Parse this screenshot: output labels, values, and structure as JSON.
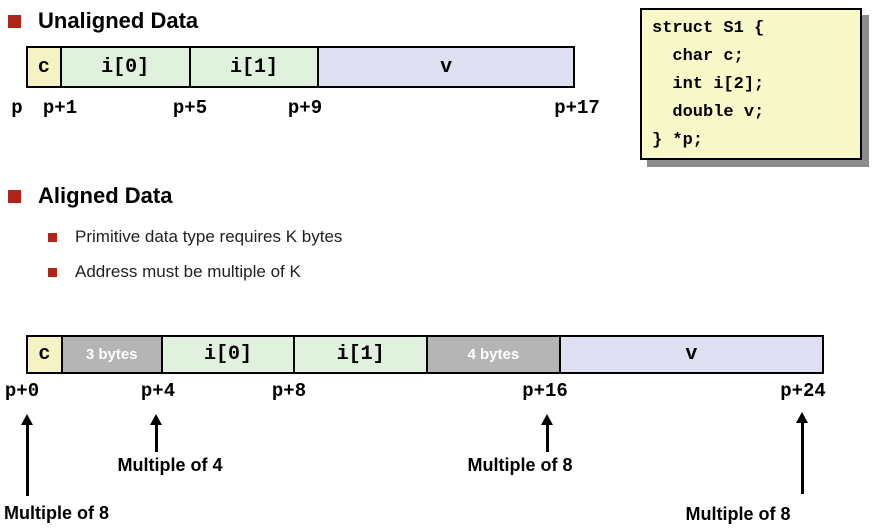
{
  "colors": {
    "accent": "#b1241a",
    "cell-char": "#f5f2c6",
    "cell-int": "#e0f1dd",
    "cell-double": "#dfdff2",
    "cell-pad": "#b5b5b5",
    "codebox-bg": "#f9f8c9",
    "shadow": "#8c8c8c"
  },
  "unaligned": {
    "heading": "Unaligned Data",
    "cells": [
      {
        "label": "c",
        "type": "char",
        "bytes": 1
      },
      {
        "label": "i[0]",
        "type": "int",
        "bytes": 4
      },
      {
        "label": "i[1]",
        "type": "int",
        "bytes": 4
      },
      {
        "label": "v",
        "type": "double",
        "bytes": 8
      }
    ],
    "address_labels": [
      "p",
      "p+1",
      "p+5",
      "p+9",
      "p+17"
    ]
  },
  "code_box": {
    "lines": [
      "struct S1 {",
      "  char c;",
      "  int i[2];",
      "  double v;",
      "} *p;"
    ]
  },
  "aligned": {
    "heading": "Aligned Data",
    "bullets": [
      "Primitive data type requires K bytes",
      "Address must be multiple of K"
    ],
    "cells": [
      {
        "label": "c",
        "type": "char",
        "bytes": 1
      },
      {
        "label": "3 bytes",
        "type": "padding",
        "bytes": 3
      },
      {
        "label": "i[0]",
        "type": "int",
        "bytes": 4
      },
      {
        "label": "i[1]",
        "type": "int",
        "bytes": 4
      },
      {
        "label": "4 bytes",
        "type": "padding",
        "bytes": 4
      },
      {
        "label": "v",
        "type": "double",
        "bytes": 8
      }
    ],
    "address_labels": [
      "p+0",
      "p+4",
      "p+8",
      "p+16",
      "p+24"
    ],
    "annotations": [
      {
        "text": "Multiple of 8",
        "points_to": "p+0"
      },
      {
        "text": "Multiple of 4",
        "points_to": "p+4"
      },
      {
        "text": "Multiple of 8",
        "points_to": "p+16"
      },
      {
        "text": "Multiple of 8",
        "points_to": "p+24"
      }
    ]
  }
}
